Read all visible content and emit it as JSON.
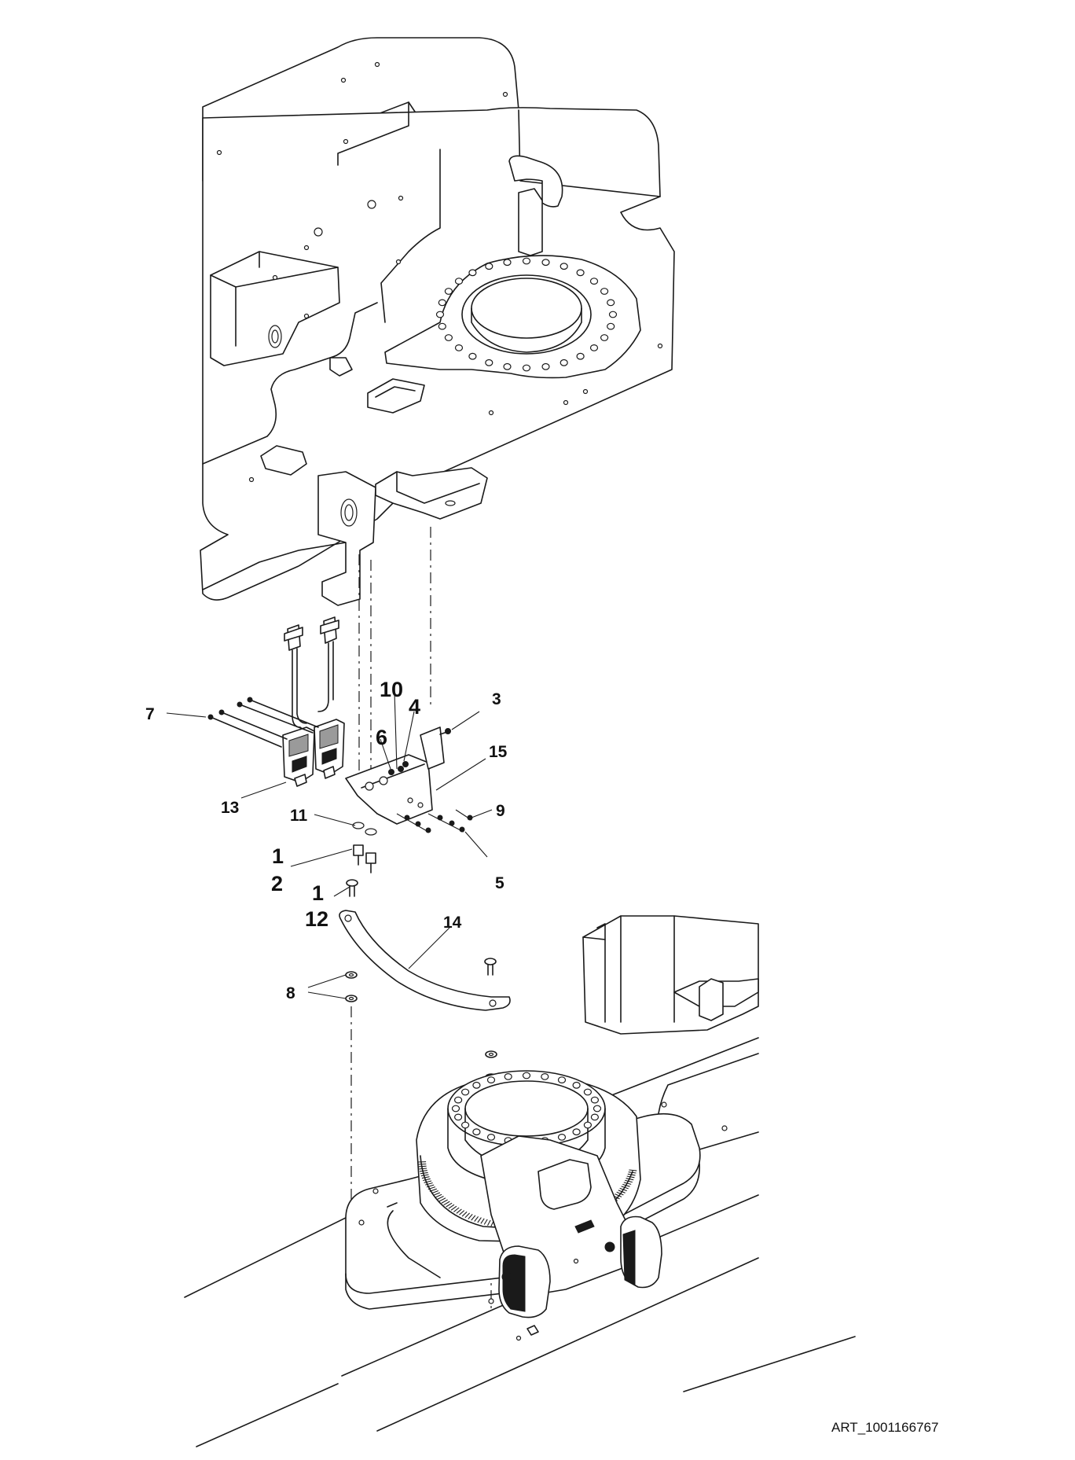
{
  "callouts": [
    {
      "id": "7",
      "label": "7"
    },
    {
      "id": "13",
      "label": "13"
    },
    {
      "id": "10",
      "label": "10"
    },
    {
      "id": "4",
      "label": "4"
    },
    {
      "id": "6",
      "label": "6"
    },
    {
      "id": "3",
      "label": "3"
    },
    {
      "id": "15",
      "label": "15"
    },
    {
      "id": "11",
      "label": "11"
    },
    {
      "id": "9",
      "label": "9"
    },
    {
      "id": "1a",
      "label": "1"
    },
    {
      "id": "2",
      "label": "2"
    },
    {
      "id": "5",
      "label": "5"
    },
    {
      "id": "1b",
      "label": "1"
    },
    {
      "id": "12",
      "label": "12"
    },
    {
      "id": "14",
      "label": "14"
    },
    {
      "id": "8",
      "label": "8"
    }
  ],
  "art_number": "ART_1001166767"
}
